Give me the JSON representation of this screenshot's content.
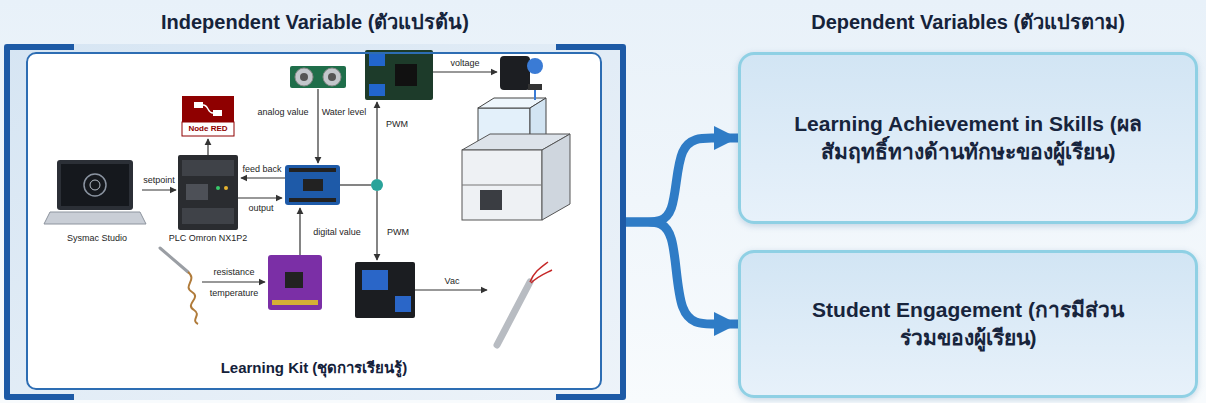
{
  "diagram": {
    "nodes": [
      {
        "text": [
          "Independent Variable (ตัวแปรต้น)"
        ]
      },
      {
        "text": [
          "Learning Kit (ชุดการเรียนรู้)"
        ],
        "in": 0
      },
      {
        "text": [
          "Learning Achievement in Skills (ผลสัมฤทธิ์ทางด้านทักษะของผู้เรียน)"
        ]
      },
      {
        "text": [
          "Student Engagement (การมีส่วนร่วมของผู้เรียน)"
        ]
      }
    ],
    "edges": [
      {
        "from": 0,
        "to": 2,
        "arrow": "to"
      },
      {
        "from": 0,
        "to": 3,
        "arrow": "to"
      }
    ],
    "labels": [
      "Dependent Variables (ตัวแปรตาม)",
      "Node RED",
      "Sysmac Studio",
      "setpoint",
      "PLC Omron NX1P2",
      "analog value",
      "Water level",
      "feed back",
      "output",
      "voltage",
      "PWM",
      "digital value",
      "PWM",
      "resistance",
      "temperature",
      "Vac"
    ]
  }
}
